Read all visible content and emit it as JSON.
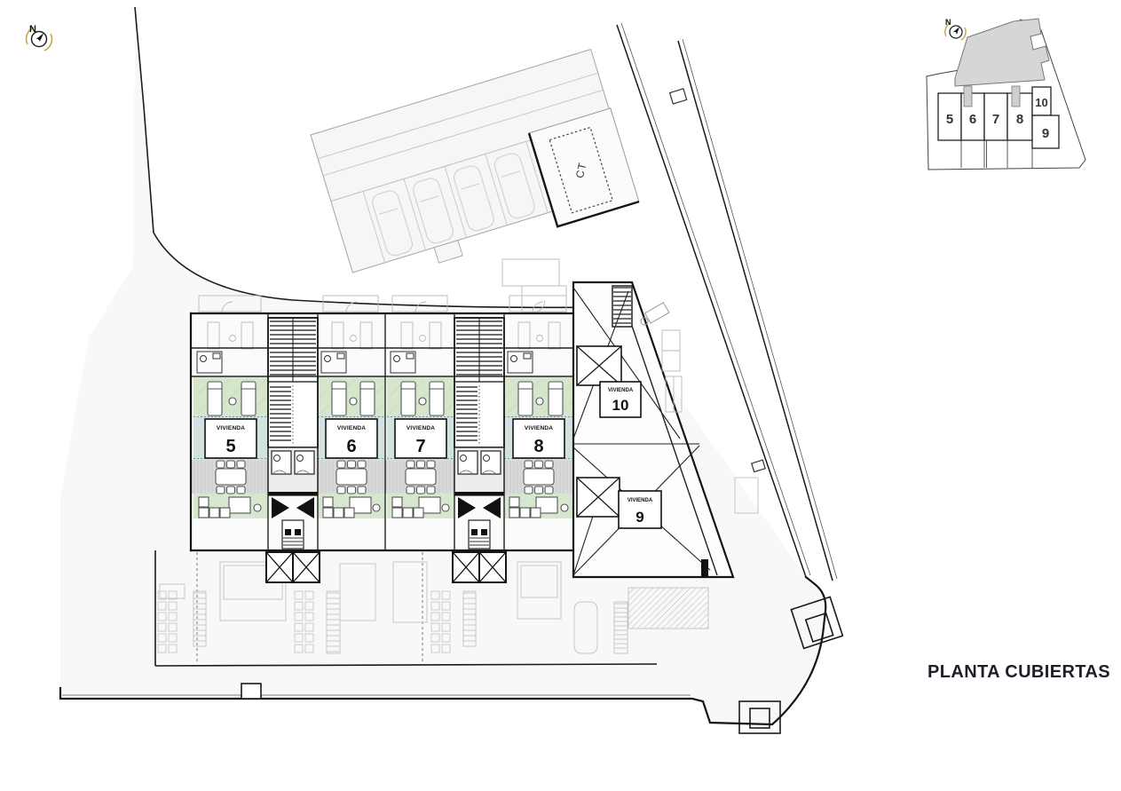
{
  "title": "PLANTA CUBIERTAS",
  "compass": {
    "label": "N"
  },
  "site": {
    "ct_label": "CT"
  },
  "units": {
    "u5": {
      "name": "VIVIENDA",
      "number": "5"
    },
    "u6": {
      "name": "VIVIENDA",
      "number": "6"
    },
    "u7": {
      "name": "VIVIENDA",
      "number": "7"
    },
    "u8": {
      "name": "VIVIENDA",
      "number": "8"
    },
    "u9": {
      "name": "VIVIENDA",
      "number": "9"
    },
    "u10": {
      "name": "VIVIENDA",
      "number": "10"
    }
  },
  "key_plan": {
    "north_label": "N",
    "numbers": {
      "n5": "5",
      "n6": "6",
      "n7": "7",
      "n8": "8",
      "n9": "9",
      "n10": "10"
    }
  },
  "colors": {
    "terrace_green": "#d5e6cd",
    "label_teal": "#d1e2df",
    "deck_gray": "#dadada",
    "site_bg": "#f8f8f8",
    "line_dark": "#141414",
    "faint_line": "#c6c6c6",
    "key_mass_gray": "#d6d6d6",
    "compass_gold": "#c9a54d",
    "title_color": "#1d1d2b"
  }
}
